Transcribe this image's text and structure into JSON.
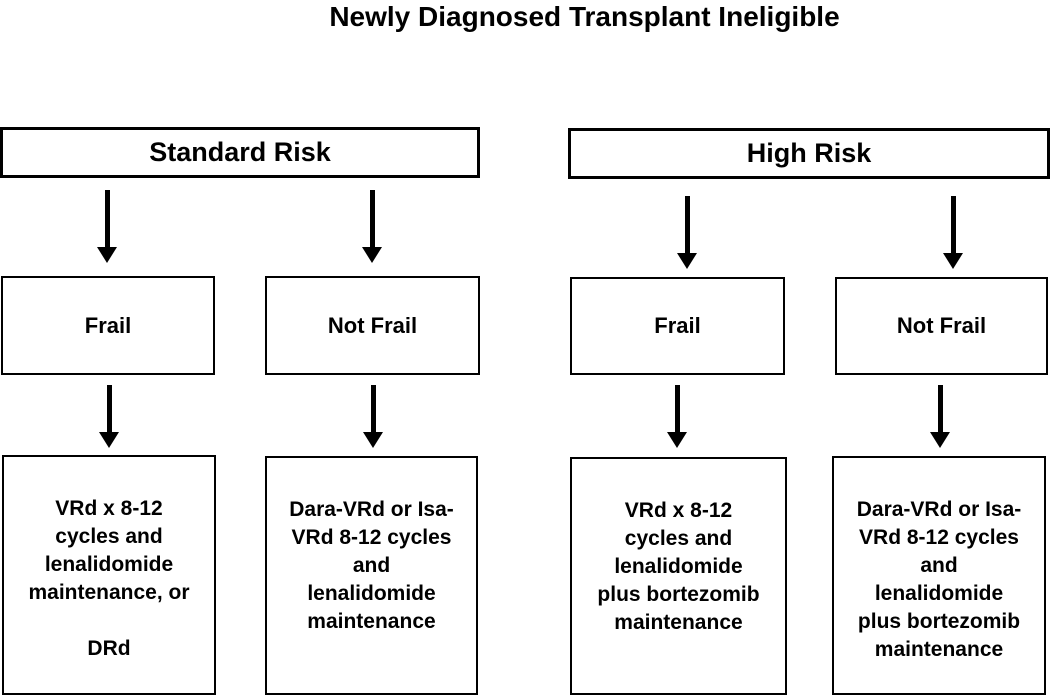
{
  "title": "Newly Diagnosed Transplant Ineligible",
  "risk_boxes": {
    "standard": "Standard Risk",
    "high": "High Risk"
  },
  "frailty_boxes": {
    "standard_frail": "Frail",
    "standard_not_frail": "Not Frail",
    "high_frail": "Frail",
    "high_not_frail": "Not Frail"
  },
  "treatment_boxes": {
    "standard_frail": "VRd x 8-12\ncycles and\nlenalidomide\nmaintenance, or\n\nDRd",
    "standard_not_frail": "Dara-VRd or Isa-\nVRd 8-12 cycles\nand\nlenalidomide\nmaintenance",
    "high_frail": "VRd x 8-12\ncycles and\nlenalidomide\nplus bortezomib\nmaintenance",
    "high_not_frail": "Dara-VRd or Isa-\nVRd 8-12 cycles\nand\nlenalidomide\nplus bortezomib\nmaintenance"
  },
  "colors": {
    "background": "#ffffff",
    "border": "#000000",
    "text": "#000000",
    "arrow": "#000000"
  }
}
